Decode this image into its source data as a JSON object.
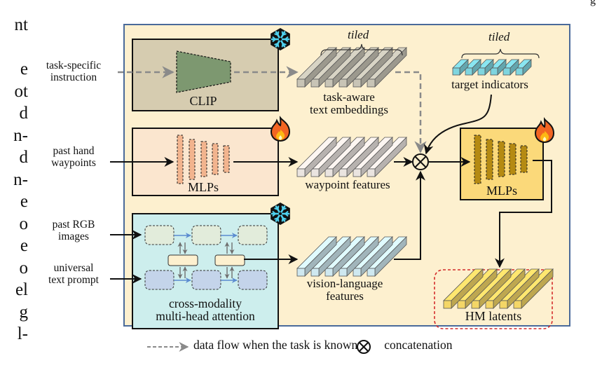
{
  "page_fragment": {
    "left_column_line_ends": [
      "nt",
      "",
      "e",
      "ot",
      "d",
      "n-",
      "d",
      "n-",
      "e",
      "o",
      "e",
      "o",
      "el",
      "g",
      "l-"
    ],
    "top_right_mark": "g"
  },
  "inputs": {
    "task_instruction": [
      "task-specific",
      "instruction"
    ],
    "hand_waypoints": [
      "past hand",
      "waypoints"
    ],
    "rgb_images": [
      "past RGB",
      "images"
    ],
    "text_prompt": [
      "universal",
      "text prompt"
    ]
  },
  "modules": {
    "clip": {
      "label": "CLIP",
      "state": "frozen",
      "state_icon": "snowflake-icon"
    },
    "mlps_input": {
      "label": "MLPs",
      "state": "trainable",
      "state_icon": "fire-icon"
    },
    "attention": {
      "label": [
        "cross-modality",
        "multi-head attention"
      ],
      "state": "frozen",
      "state_icon": "snowflake-icon"
    },
    "mlps_output": {
      "label": "MLPs",
      "state": "trainable",
      "state_icon": "fire-icon"
    }
  },
  "features": {
    "text_embeddings": {
      "label": [
        "task-aware",
        "text embeddings"
      ],
      "annotation": "tiled"
    },
    "target_indicators": {
      "label": "target indicators",
      "annotation": "tiled"
    },
    "waypoint_features": {
      "label": "waypoint features"
    },
    "vision_language": {
      "label": [
        "vision-language",
        "features"
      ]
    },
    "hm_latents": {
      "label": "HM latents"
    }
  },
  "legend": {
    "dashed_arrow": "data flow when the task is known",
    "concat_symbol": "⊗",
    "concat": "concatenation"
  },
  "colors": {
    "panel_bg": "#fdf0cf",
    "panel_border": "#4a6a9a",
    "clip_box": "#d6ccb0",
    "clip_trapezoid": "#7d9870",
    "mlp_box": "#fbe6cf",
    "mlp_bars": "#f2b48e",
    "attn_box": "#cdeeed",
    "out_box": "#fbd97a",
    "out_bars": "#b58a12",
    "text_emb_cubes": "#c8c4b6",
    "target_cubes": "#7fd5df",
    "waypoint_cubes": "#eae4e0",
    "vl_cubes": "#cfe8f0",
    "hm_cubes": "#f4d667",
    "hm_border": "#d42a2a",
    "dashed_flow": "#8a8a8a",
    "blue_arrows": "#5b8bd0"
  }
}
